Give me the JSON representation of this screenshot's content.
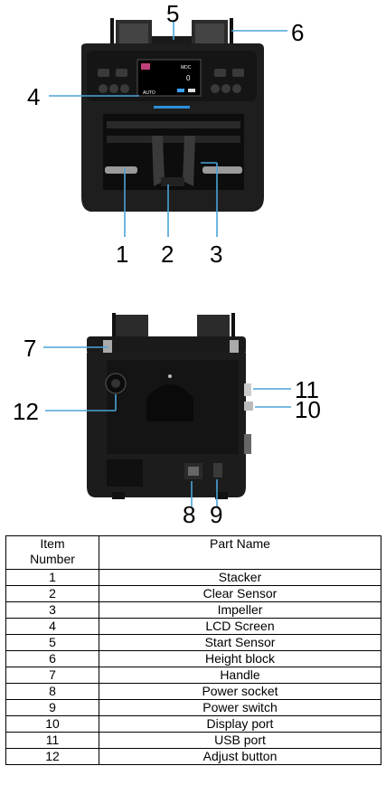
{
  "front_view": {
    "screen_brand": "MDC",
    "screen_count": "0",
    "screen_mode": "AUTO",
    "callouts": [
      "5",
      "6",
      "4",
      "1",
      "2",
      "3"
    ]
  },
  "rear_view": {
    "callouts": [
      "7",
      "12",
      "11",
      "10",
      "8",
      "9"
    ]
  },
  "table": {
    "headers": [
      "Item\nNumber",
      "Part Name"
    ],
    "rows": [
      {
        "number": "1",
        "name": "Stacker"
      },
      {
        "number": "2",
        "name": "Clear Sensor"
      },
      {
        "number": "3",
        "name": "Impeller"
      },
      {
        "number": "4",
        "name": "LCD Screen"
      },
      {
        "number": "5",
        "name": "Start Sensor"
      },
      {
        "number": "6",
        "name": "Height block"
      },
      {
        "number": "7",
        "name": "Handle"
      },
      {
        "number": "8",
        "name": "Power socket"
      },
      {
        "number": "9",
        "name": "Power switch"
      },
      {
        "number": "10",
        "name": "Display port"
      },
      {
        "number": "11",
        "name": "USB port"
      },
      {
        "number": "12",
        "name": "Adjust button"
      }
    ]
  }
}
